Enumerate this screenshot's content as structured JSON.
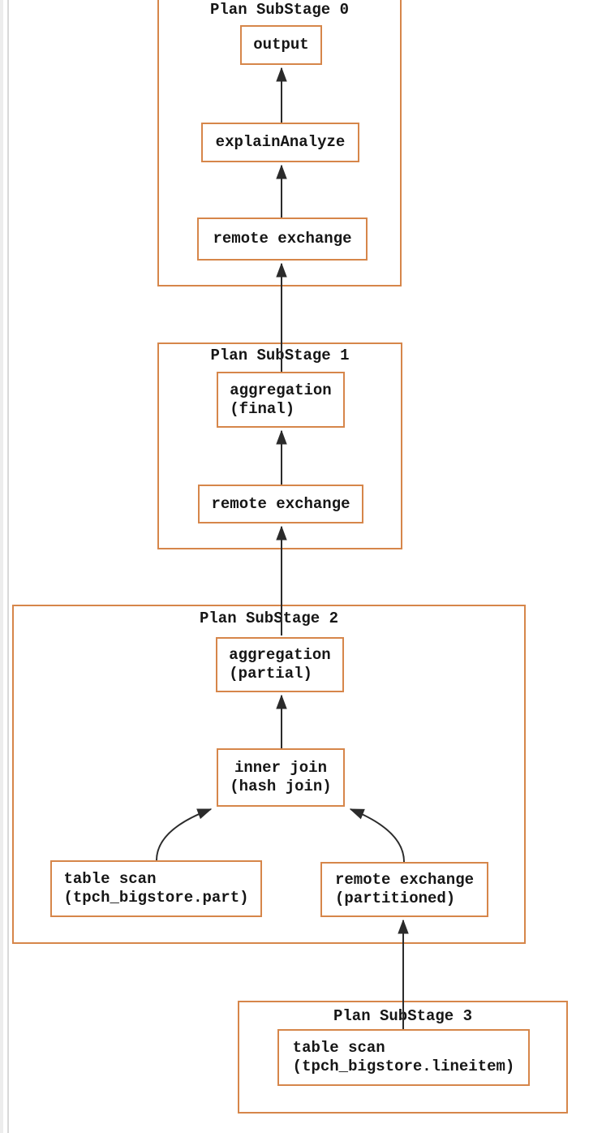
{
  "diagram": {
    "type": "query-plan-dag",
    "stages": [
      {
        "title": "Plan SubStage 0",
        "nodes": {
          "output": "output",
          "explainAnalyze": "explainAnalyze",
          "remoteExchange": "remote exchange"
        }
      },
      {
        "title": "Plan SubStage 1",
        "nodes": {
          "aggregationFinal": "aggregation\n(final)",
          "remoteExchange": "remote exchange"
        }
      },
      {
        "title": "Plan SubStage 2",
        "nodes": {
          "aggregationPartial": "aggregation\n(partial)",
          "innerJoin": "inner join\n(hash join)",
          "tableScanPart": "table scan\n(tpch_bigstore.part)",
          "remoteExchangePartitioned": "remote exchange\n(partitioned)"
        }
      },
      {
        "title": "Plan SubStage 3",
        "nodes": {
          "tableScanLineitem": "table scan\n(tpch_bigstore.lineitem)"
        }
      }
    ],
    "edges": [
      {
        "from": "explainAnalyze",
        "to": "output"
      },
      {
        "from": "remote exchange (stage 0)",
        "to": "explainAnalyze"
      },
      {
        "from": "aggregation (final)",
        "to": "remote exchange (stage 0)"
      },
      {
        "from": "remote exchange (stage 1)",
        "to": "aggregation (final)"
      },
      {
        "from": "aggregation (partial)",
        "to": "remote exchange (stage 1)"
      },
      {
        "from": "inner join (hash join)",
        "to": "aggregation (partial)"
      },
      {
        "from": "table scan (tpch_bigstore.part)",
        "to": "inner join (hash join)"
      },
      {
        "from": "remote exchange (partitioned)",
        "to": "inner join (hash join)"
      },
      {
        "from": "table scan (tpch_bigstore.lineitem)",
        "to": "remote exchange (partitioned)"
      }
    ],
    "colors": {
      "box_border": "#d6864a",
      "arrow": "#2b2b2b",
      "text": "#161616",
      "background": "#ffffff",
      "page_gutter": "#ededed",
      "page_border_line": "#d9d9d9"
    }
  }
}
